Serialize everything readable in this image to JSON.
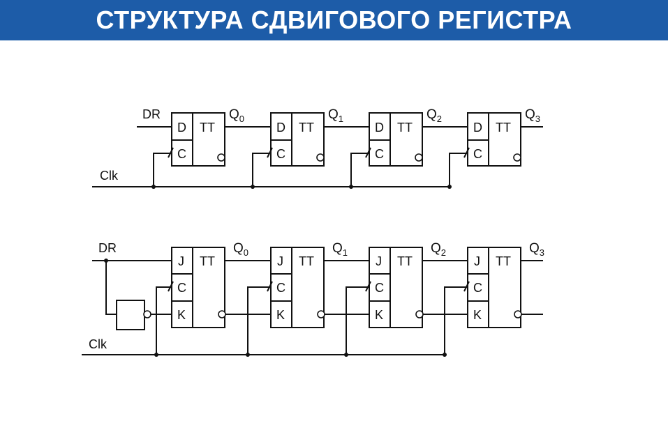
{
  "title": "СТРУКТУРА СДВИГОВОГО РЕГИСТРА",
  "d_register": {
    "input_label": "DR",
    "clock_label": "Clk",
    "cell_type": "TT",
    "pin_d": "D",
    "pin_c": "C",
    "outputs": [
      {
        "name": "Q",
        "sub": "0"
      },
      {
        "name": "Q",
        "sub": "1"
      },
      {
        "name": "Q",
        "sub": "2"
      },
      {
        "name": "Q",
        "sub": "3"
      }
    ]
  },
  "jk_register": {
    "input_label": "DR",
    "clock_label": "Clk",
    "cell_type": "TT",
    "pin_j": "J",
    "pin_c": "C",
    "pin_k": "K",
    "outputs": [
      {
        "name": "Q",
        "sub": "0"
      },
      {
        "name": "Q",
        "sub": "1"
      },
      {
        "name": "Q",
        "sub": "2"
      },
      {
        "name": "Q",
        "sub": "3"
      }
    ]
  },
  "colors": {
    "title_bar": "#1d5ca8",
    "title_text": "#ffffff",
    "lines": "#111111"
  }
}
